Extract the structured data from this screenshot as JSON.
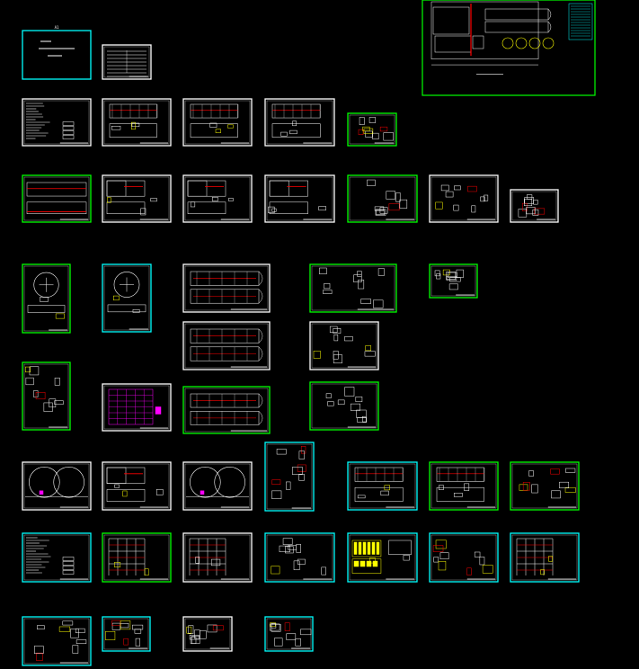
{
  "colors": {
    "background": "#000000",
    "frame_white": "#ffffff",
    "frame_green": "#00ff00",
    "frame_cyan": "#00ffff",
    "frame_yellow": "#ffff00",
    "accent_red": "#ff0000",
    "accent_magenta": "#ff00ff"
  },
  "cover_sheet": {
    "label": "A1"
  },
  "sheets": [
    {
      "id": "s01",
      "frame": "cyan",
      "kind": "cover"
    },
    {
      "id": "s02",
      "frame": "white",
      "kind": "table"
    },
    {
      "id": "s03",
      "frame": "white",
      "kind": "text"
    },
    {
      "id": "s04",
      "frame": "white",
      "kind": "plan"
    },
    {
      "id": "s05",
      "frame": "white",
      "kind": "plan"
    },
    {
      "id": "s06",
      "frame": "white",
      "kind": "plan"
    },
    {
      "id": "s07",
      "frame": "green",
      "kind": "detail"
    },
    {
      "id": "s08",
      "frame": "green",
      "kind": "tank"
    },
    {
      "id": "s09",
      "frame": "white",
      "kind": "section"
    },
    {
      "id": "s10",
      "frame": "white",
      "kind": "section"
    },
    {
      "id": "s11",
      "frame": "white",
      "kind": "section"
    },
    {
      "id": "s12",
      "frame": "green",
      "kind": "detail"
    },
    {
      "id": "s13",
      "frame": "white",
      "kind": "detail"
    },
    {
      "id": "s14",
      "frame": "white",
      "kind": "detail"
    },
    {
      "id": "s15",
      "frame": "green",
      "kind": "circle"
    },
    {
      "id": "s16",
      "frame": "cyan",
      "kind": "circle"
    },
    {
      "id": "s17",
      "frame": "white",
      "kind": "oxidation"
    },
    {
      "id": "s18",
      "frame": "green",
      "kind": "detail"
    },
    {
      "id": "s19",
      "frame": "green",
      "kind": "detail"
    },
    {
      "id": "s20",
      "frame": "white",
      "kind": "oxidation"
    },
    {
      "id": "s21",
      "frame": "white",
      "kind": "detail"
    },
    {
      "id": "s22",
      "frame": "green",
      "kind": "detail"
    },
    {
      "id": "s23",
      "frame": "white",
      "kind": "grid"
    },
    {
      "id": "s24",
      "frame": "green",
      "kind": "oxidation"
    },
    {
      "id": "s25",
      "frame": "green",
      "kind": "detail"
    },
    {
      "id": "s26",
      "frame": "white",
      "kind": "twin-circle"
    },
    {
      "id": "s27",
      "frame": "white",
      "kind": "section"
    },
    {
      "id": "s28",
      "frame": "white",
      "kind": "twin-circle"
    },
    {
      "id": "s29",
      "frame": "cyan",
      "kind": "detail"
    },
    {
      "id": "s30",
      "frame": "cyan",
      "kind": "plan"
    },
    {
      "id": "s31",
      "frame": "green",
      "kind": "plan"
    },
    {
      "id": "s32",
      "frame": "green",
      "kind": "detail"
    },
    {
      "id": "s33",
      "frame": "cyan",
      "kind": "text"
    },
    {
      "id": "s34",
      "frame": "green",
      "kind": "structure"
    },
    {
      "id": "s35",
      "frame": "white",
      "kind": "structure"
    },
    {
      "id": "s36",
      "frame": "cyan",
      "kind": "detail"
    },
    {
      "id": "s37",
      "frame": "cyan",
      "kind": "building"
    },
    {
      "id": "s38",
      "frame": "cyan",
      "kind": "detail"
    },
    {
      "id": "s39",
      "frame": "cyan",
      "kind": "structure"
    },
    {
      "id": "s40",
      "frame": "cyan",
      "kind": "detail"
    },
    {
      "id": "s41",
      "frame": "cyan",
      "kind": "detail"
    },
    {
      "id": "s42",
      "frame": "white",
      "kind": "detail"
    },
    {
      "id": "s43",
      "frame": "cyan",
      "kind": "detail"
    },
    {
      "id": "site",
      "frame": "green",
      "kind": "site-plan"
    }
  ]
}
